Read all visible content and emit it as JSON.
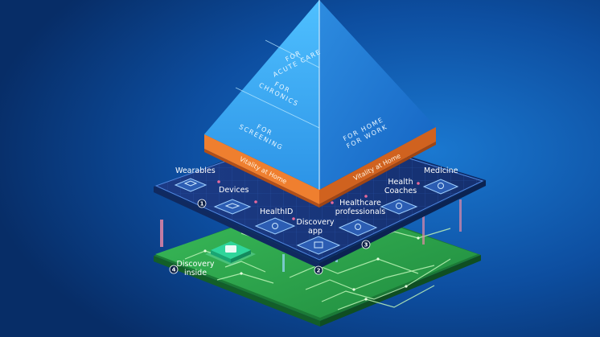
{
  "pyramid": {
    "left_face": [
      "FOR ACUTE CARE",
      "FOR CHRONICS",
      "FOR SCREENING"
    ],
    "right_face": "FOR HOME FOR WORK",
    "band_left": "Vitality at Home",
    "band_right": "Vitality at Home"
  },
  "platform": {
    "wearables": "Wearables",
    "devices": "Devices",
    "healthid": "HealthID",
    "discovery_app": "Discovery app",
    "healthcare_professionals": "Healthcare professionals",
    "health_coaches": "Health Coaches",
    "medicine": "Medicine"
  },
  "board": {
    "chip_label": "Discovery inside"
  },
  "markers": [
    "1",
    "2",
    "3",
    "4"
  ],
  "colors": {
    "background": "#0a3f86",
    "pyramid_light": "#7fd3ff",
    "pyramid_dark": "#1e79d6",
    "band": "#ea7a2c",
    "platform": "#1d3f8c",
    "board": "#2fa84e"
  }
}
